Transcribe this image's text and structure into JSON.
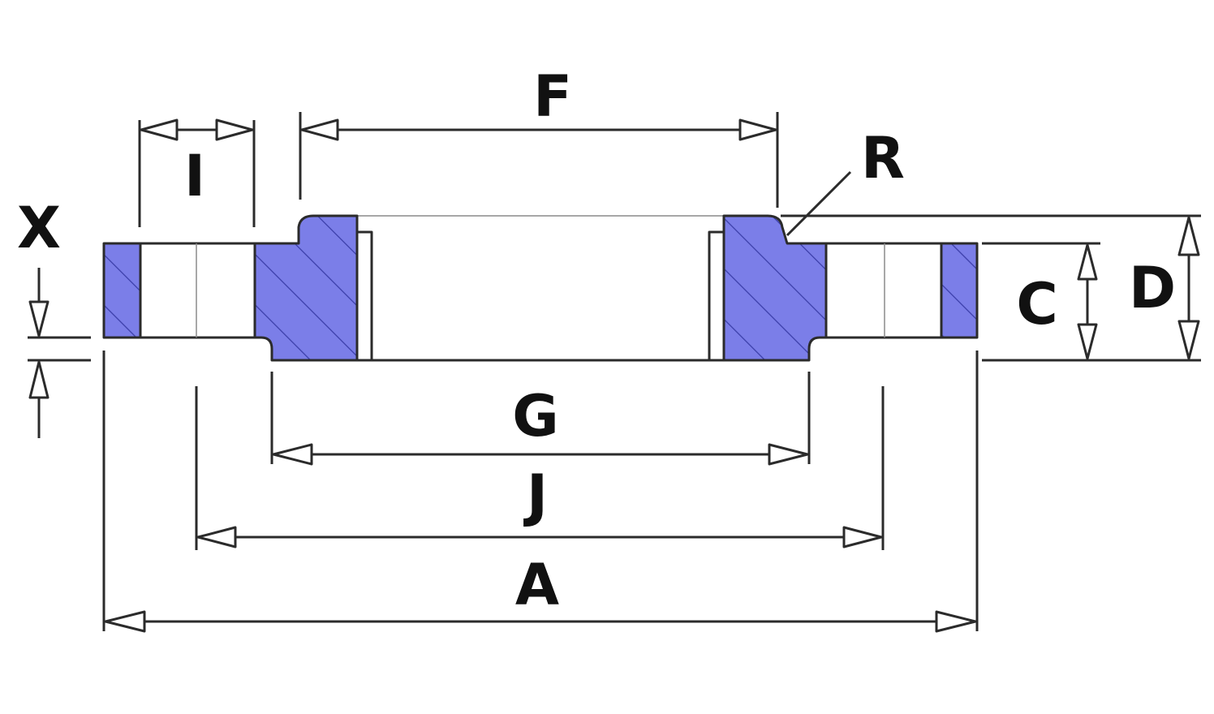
{
  "labels": {
    "F": "F",
    "R": "R",
    "I": "I",
    "X": "X",
    "C": "C",
    "D": "D",
    "G": "G",
    "J": "J",
    "A": "A"
  },
  "colors": {
    "section_fill": "#7b7ee8",
    "hatch_line": "#3a3da8",
    "line": "#2b2b2b",
    "background": "#ffffff"
  }
}
